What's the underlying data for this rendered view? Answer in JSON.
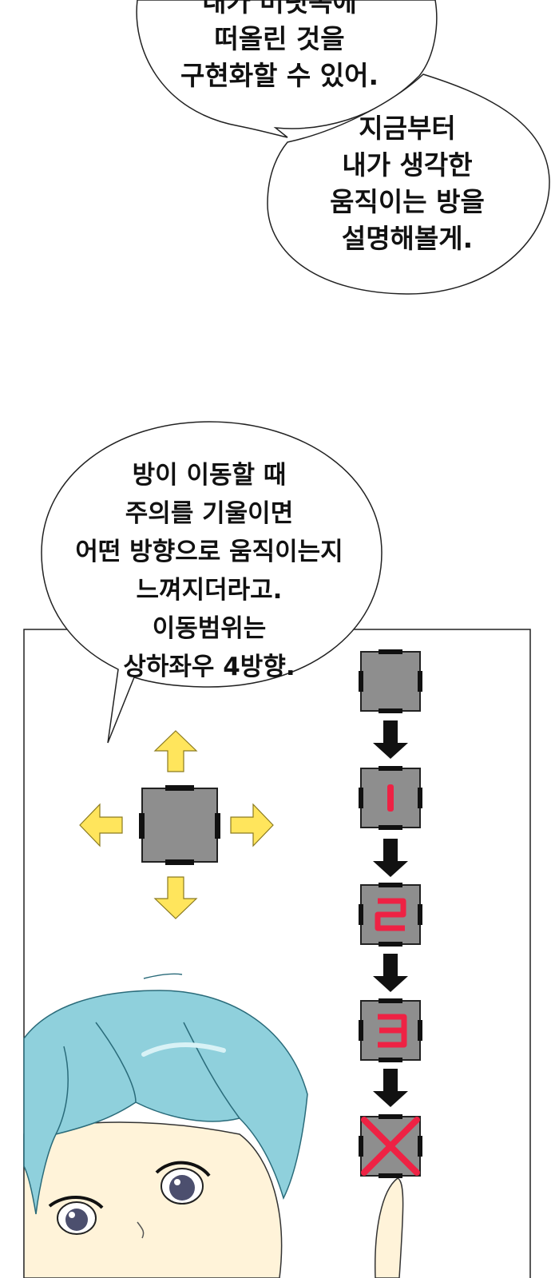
{
  "bubbles": [
    {
      "id": "bubble-1",
      "lines": [
        "내가 머릿속에",
        "떠올린 것을",
        "구현화할 수 있어."
      ]
    },
    {
      "id": "bubble-2",
      "lines": [
        "지금부터",
        "내가 생각한",
        "움직이는 방을",
        "설명해볼게."
      ]
    },
    {
      "id": "bubble-3",
      "lines": [
        "방이 이동할 때",
        "주의를 기울이면",
        "어떤 방향으로 움직이는지",
        "느껴지더라고.",
        "이동범위는",
        "상하좌우 4방향."
      ]
    }
  ],
  "sequence_labels": [
    "",
    "ı",
    "ㄹ",
    "ㅋ",
    "✕"
  ],
  "colors": {
    "arrow_yellow": "#ffe55c",
    "room_gray": "#8e8e8e",
    "label_red": "#ee2244",
    "hair": "#8fd0dc",
    "skin": "#fff3d9"
  },
  "icons": [
    "arrow-up-icon",
    "arrow-down-icon",
    "arrow-left-icon",
    "arrow-right-icon",
    "room-square-icon",
    "black-down-arrow-icon",
    "cross-icon"
  ]
}
